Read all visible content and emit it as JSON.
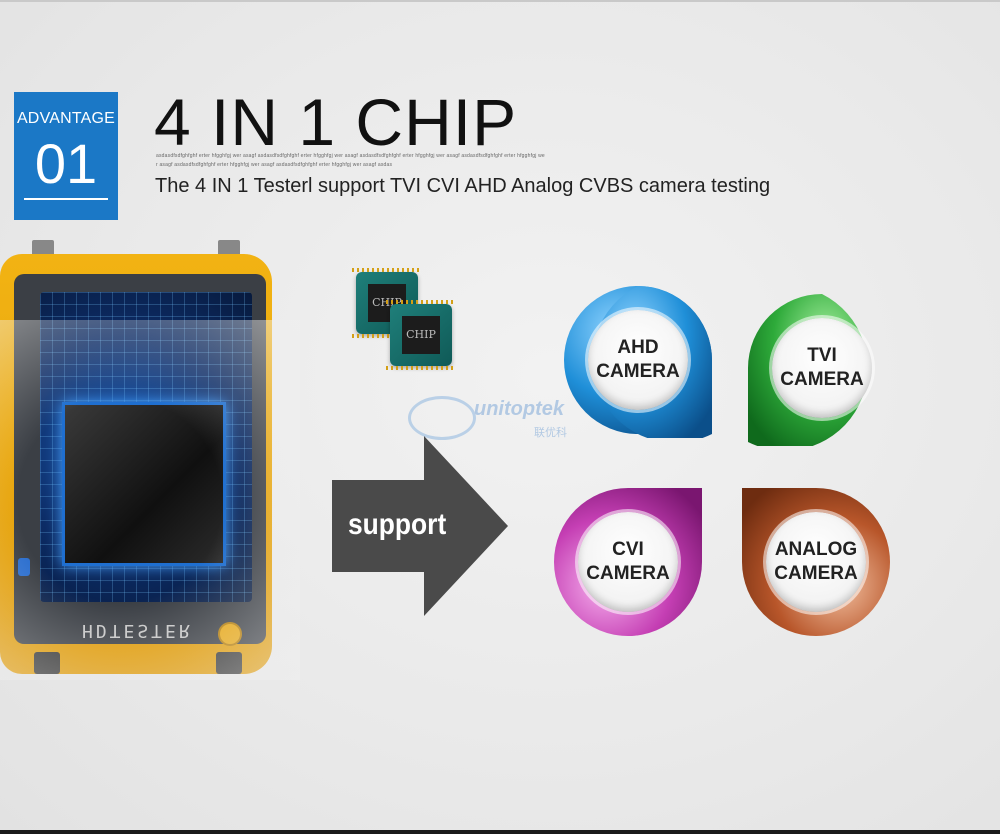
{
  "badge": {
    "label": "ADVANTAGE",
    "number": "01",
    "color": "#1b78c6"
  },
  "heading": {
    "title": "4 IN 1 CHIP",
    "fine_print": "asdasdfsdfghfghf erter hfgghfgj wer asagf asdasdfsdfghfghf erter hfgghfgj wer asagf asdasdfsdfghfghf erter hfgghfgj wer asagf asdasdfsdfghfghf erter hfgghfgj wer asagf asdasdfsdfghfghf erter hfgghfgj wer asagf asdasdfsdfghfghf erter hfgghfgj wer asagf asdas",
    "subtitle": "The 4 IN 1 Testerl support TVI CVI AHD Analog CVBS camera testing"
  },
  "device": {
    "brand": "HDTESTER"
  },
  "chips": {
    "label": "CHIP"
  },
  "watermark": {
    "text": "unitoptek",
    "cn": "联优科"
  },
  "arrow": {
    "label": "support",
    "color": "#4a4a4a"
  },
  "cameras": [
    {
      "label": "AHD\nCAMERA",
      "color": "#1f8fd8"
    },
    {
      "label": "TVI\nCAMERA",
      "color": "#2eaa3a"
    },
    {
      "label": "CVI\nCAMERA",
      "color": "#c53fb4"
    },
    {
      "label": "ANALOG\nCAMERA",
      "color": "#b8562a"
    }
  ]
}
